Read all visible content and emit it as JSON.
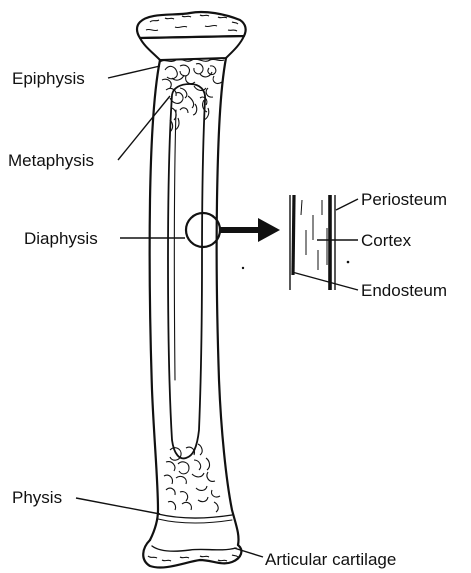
{
  "labels": {
    "epiphysis": "Epiphysis",
    "metaphysis": "Metaphysis",
    "diaphysis": "Diaphysis",
    "physis": "Physis",
    "articular_cartilage": "Articular cartilage",
    "periosteum": "Periosteum",
    "cortex": "Cortex",
    "endosteum": "Endosteum"
  },
  "colors": {
    "ink": "#111111",
    "background": "#ffffff"
  }
}
